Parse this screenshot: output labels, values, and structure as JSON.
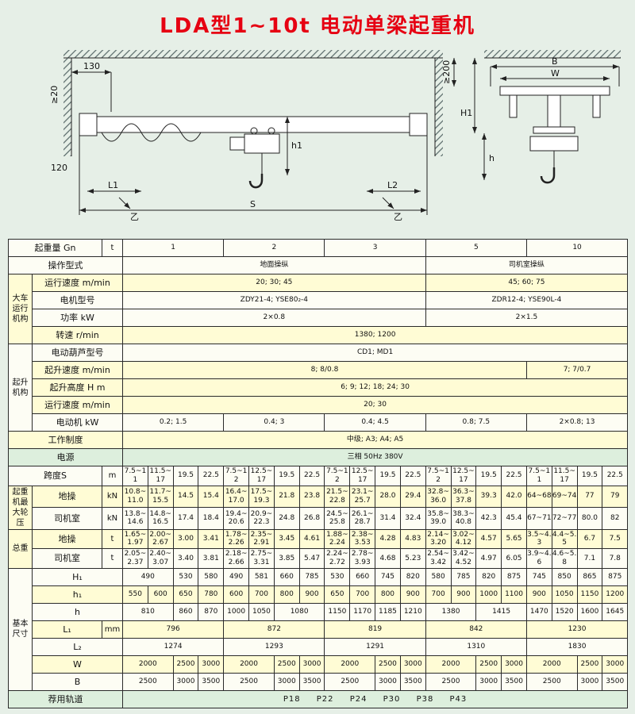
{
  "page": {
    "title": "LDA型1~10t 电动单梁起重机"
  },
  "diagram": {
    "d130": "130",
    "dge20": "≥20",
    "d120": "120",
    "dL1": "L1",
    "dL2": "L2",
    "dS": "S",
    "dh1": "h1",
    "markL": "乙",
    "markR": "乙",
    "dB": "B",
    "dW": "W",
    "dH1": "H1",
    "dh": "h",
    "dge200": "≥200"
  },
  "table": {
    "rows": [
      {
        "bg": "#fdfdf4",
        "cells": [
          {
            "t": "起重量 Gn",
            "c": 2,
            "k": "n"
          },
          {
            "t": "t",
            "k": "u"
          },
          {
            "t": "1",
            "c": 4
          },
          {
            "t": "2",
            "c": 4
          },
          {
            "t": "3",
            "c": 4
          },
          {
            "t": "5",
            "c": 4
          },
          {
            "t": "10",
            "c": 4
          }
        ]
      },
      {
        "bg": "#fdfdf4",
        "cells": [
          {
            "t": "操作型式",
            "c": 3,
            "k": "n"
          },
          {
            "t": "地面操纵",
            "c": 12
          },
          {
            "t": "司机室操纵",
            "c": 8
          }
        ]
      },
      {
        "bg": "#fffcd5",
        "cells": [
          {
            "t": "大车运行机构",
            "r": 4,
            "k": "g"
          },
          {
            "t": "运行速度 m/min",
            "c": 2,
            "k": "n"
          },
          {
            "t": "20; 30; 45",
            "c": 12
          },
          {
            "t": "45; 60; 75",
            "c": 8
          }
        ]
      },
      {
        "bg": "#fdfdf4",
        "cells": [
          {
            "t": "电机型号",
            "c": 2,
            "k": "n"
          },
          {
            "t": "ZDY21-4; YSE80₂-4",
            "c": 12
          },
          {
            "t": "ZDR12-4; YSE90L-4",
            "c": 8
          }
        ]
      },
      {
        "bg": "#fdfdf4",
        "cells": [
          {
            "t": "功率 kW",
            "c": 2,
            "k": "n"
          },
          {
            "t": "2×0.8",
            "c": 12
          },
          {
            "t": "2×1.5",
            "c": 8
          }
        ]
      },
      {
        "bg": "#fffcd5",
        "cells": [
          {
            "t": "转速 r/min",
            "c": 2,
            "k": "n"
          },
          {
            "t": "1380; 1200",
            "c": 20
          }
        ]
      },
      {
        "bg": "#fdfdf4",
        "cells": [
          {
            "t": "起升机构",
            "r": 5,
            "k": "g"
          },
          {
            "t": "电动葫芦型号",
            "c": 2,
            "k": "n"
          },
          {
            "t": "CD1; MD1",
            "c": 20
          }
        ]
      },
      {
        "bg": "#fffcd5",
        "cells": [
          {
            "t": "起升速度 m/min",
            "c": 2,
            "k": "n"
          },
          {
            "t": "8; 8/0.8",
            "c": 16
          },
          {
            "t": "7; 7/0.7",
            "c": 4
          }
        ]
      },
      {
        "bg": "#fffcd5",
        "cells": [
          {
            "t": "起升高度 H m",
            "c": 2,
            "k": "n"
          },
          {
            "t": "6; 9; 12; 18; 24; 30",
            "c": 20
          }
        ]
      },
      {
        "bg": "#fffcd5",
        "cells": [
          {
            "t": "运行速度 m/min",
            "c": 2,
            "k": "n"
          },
          {
            "t": "20; 30",
            "c": 20
          }
        ]
      },
      {
        "bg": "#fdfdf4",
        "cells": [
          {
            "t": "电动机 kW",
            "c": 2,
            "k": "n"
          },
          {
            "t": "0.2; 1.5",
            "c": 4
          },
          {
            "t": "0.4; 3",
            "c": 4
          },
          {
            "t": "0.4; 4.5",
            "c": 4
          },
          {
            "t": "0.8; 7.5",
            "c": 4
          },
          {
            "t": "2×0.8; 13",
            "c": 4
          }
        ]
      },
      {
        "bg": "#fffcd5",
        "cells": [
          {
            "t": "工作制度",
            "c": 3,
            "k": "n"
          },
          {
            "t": "中级; A3; A4; A5",
            "c": 20
          }
        ]
      },
      {
        "bg": "#ddefdd",
        "cells": [
          {
            "t": "电源",
            "c": 3,
            "k": "n"
          },
          {
            "t": "三相 50Hz 380V",
            "c": 20
          }
        ]
      },
      {
        "bg": "#fdfdf4",
        "cells": [
          {
            "t": "跨度S",
            "c": 2,
            "k": "n"
          },
          {
            "t": "m",
            "k": "u"
          },
          {
            "t": "7.5~11"
          },
          {
            "t": "11.5~17"
          },
          {
            "t": "19.5"
          },
          {
            "t": "22.5"
          },
          {
            "t": "7.5~12"
          },
          {
            "t": "12.5~17"
          },
          {
            "t": "19.5"
          },
          {
            "t": "22.5"
          },
          {
            "t": "7.5~12"
          },
          {
            "t": "12.5~17"
          },
          {
            "t": "19.5"
          },
          {
            "t": "22.5"
          },
          {
            "t": "7.5~12"
          },
          {
            "t": "12.5~17"
          },
          {
            "t": "19.5"
          },
          {
            "t": "22.5"
          },
          {
            "t": "7.5~11"
          },
          {
            "t": "11.5~17"
          },
          {
            "t": "19.5"
          },
          {
            "t": "22.5"
          }
        ]
      },
      {
        "bg": "#fffcd5",
        "cells": [
          {
            "t": "起重机最大轮压",
            "r": 2,
            "k": "g"
          },
          {
            "t": "地操",
            "k": "n2"
          },
          {
            "t": "kN",
            "k": "u"
          },
          {
            "t": "10.8~11.0"
          },
          {
            "t": "11.7~15.5"
          },
          {
            "t": "14.5"
          },
          {
            "t": "15.4"
          },
          {
            "t": "16.4~17.0"
          },
          {
            "t": "17.5~19.3"
          },
          {
            "t": "21.8"
          },
          {
            "t": "23.8"
          },
          {
            "t": "21.5~22.8"
          },
          {
            "t": "23.1~25.7"
          },
          {
            "t": "28.0"
          },
          {
            "t": "29.4"
          },
          {
            "t": "32.8~36.0"
          },
          {
            "t": "36.3~37.8"
          },
          {
            "t": "39.3"
          },
          {
            "t": "42.0"
          },
          {
            "t": "64~68"
          },
          {
            "t": "69~74"
          },
          {
            "t": "77"
          },
          {
            "t": "79"
          }
        ]
      },
      {
        "bg": "#fdfdf4",
        "cells": [
          {
            "t": "司机室",
            "k": "n2"
          },
          {
            "t": "kN",
            "k": "u"
          },
          {
            "t": "13.8~14.6"
          },
          {
            "t": "14.8~16.5"
          },
          {
            "t": "17.4"
          },
          {
            "t": "18.4"
          },
          {
            "t": "19.4~20.6"
          },
          {
            "t": "20.9~22.3"
          },
          {
            "t": "24.8"
          },
          {
            "t": "26.8"
          },
          {
            "t": "24.5~25.8"
          },
          {
            "t": "26.1~28.7"
          },
          {
            "t": "31.4"
          },
          {
            "t": "32.4"
          },
          {
            "t": "35.8~39.0"
          },
          {
            "t": "38.3~40.8"
          },
          {
            "t": "42.3"
          },
          {
            "t": "45.4"
          },
          {
            "t": "67~71"
          },
          {
            "t": "72~77"
          },
          {
            "t": "80.0"
          },
          {
            "t": "82"
          }
        ]
      },
      {
        "bg": "#fffcd5",
        "cells": [
          {
            "t": "总重",
            "r": 2,
            "k": "g"
          },
          {
            "t": "地操",
            "k": "n2"
          },
          {
            "t": "t",
            "k": "u"
          },
          {
            "t": "1.65~1.97"
          },
          {
            "t": "2.00~2.67"
          },
          {
            "t": "3.00"
          },
          {
            "t": "3.41"
          },
          {
            "t": "1.78~2.26"
          },
          {
            "t": "2.35~2.91"
          },
          {
            "t": "3.45"
          },
          {
            "t": "4.61"
          },
          {
            "t": "1.88~2.24"
          },
          {
            "t": "2.38~3.53"
          },
          {
            "t": "4.28"
          },
          {
            "t": "4.83"
          },
          {
            "t": "2.14~3.20"
          },
          {
            "t": "3.02~4.12"
          },
          {
            "t": "4.57"
          },
          {
            "t": "5.65"
          },
          {
            "t": "3.5~4.3"
          },
          {
            "t": "4.4~5.5"
          },
          {
            "t": "6.7"
          },
          {
            "t": "7.5"
          }
        ]
      },
      {
        "bg": "#fdfdf4",
        "cells": [
          {
            "t": "司机室",
            "k": "n2"
          },
          {
            "t": "t",
            "k": "u"
          },
          {
            "t": "2.05~2.37"
          },
          {
            "t": "2.40~3.07"
          },
          {
            "t": "3.40"
          },
          {
            "t": "3.81"
          },
          {
            "t": "2.18~2.66"
          },
          {
            "t": "2.75~3.31"
          },
          {
            "t": "3.85"
          },
          {
            "t": "5.47"
          },
          {
            "t": "2.24~2.72"
          },
          {
            "t": "2.78~3.93"
          },
          {
            "t": "4.68"
          },
          {
            "t": "5.23"
          },
          {
            "t": "2.54~3.42"
          },
          {
            "t": "3.42~4.52"
          },
          {
            "t": "4.97"
          },
          {
            "t": "6.05"
          },
          {
            "t": "3.9~4.6"
          },
          {
            "t": "4.6~5.8"
          },
          {
            "t": "7.1"
          },
          {
            "t": "7.8"
          }
        ]
      },
      {
        "bg": "#fdfdf4",
        "cells": [
          {
            "t": "基本尺寸",
            "r": 7,
            "k": "g"
          },
          {
            "t": "H₁",
            "c": 2,
            "k": "n"
          },
          {
            "t": "490",
            "c": 2
          },
          {
            "t": "530"
          },
          {
            "t": "580"
          },
          {
            "t": "490"
          },
          {
            "t": "581"
          },
          {
            "t": "660"
          },
          {
            "t": "785"
          },
          {
            "t": "530"
          },
          {
            "t": "660"
          },
          {
            "t": "745"
          },
          {
            "t": "820"
          },
          {
            "t": "580"
          },
          {
            "t": "785"
          },
          {
            "t": "820"
          },
          {
            "t": "875"
          },
          {
            "t": "745"
          },
          {
            "t": "850"
          },
          {
            "t": "865"
          },
          {
            "t": "875"
          }
        ]
      },
      {
        "bg": "#fffcd5",
        "cells": [
          {
            "t": "h₁",
            "c": 2,
            "k": "n"
          },
          {
            "t": "550"
          },
          {
            "t": "600"
          },
          {
            "t": "650"
          },
          {
            "t": "780"
          },
          {
            "t": "600"
          },
          {
            "t": "700"
          },
          {
            "t": "800"
          },
          {
            "t": "900"
          },
          {
            "t": "650"
          },
          {
            "t": "700"
          },
          {
            "t": "800"
          },
          {
            "t": "900"
          },
          {
            "t": "700"
          },
          {
            "t": "900"
          },
          {
            "t": "1000"
          },
          {
            "t": "1100"
          },
          {
            "t": "900"
          },
          {
            "t": "1050"
          },
          {
            "t": "1150"
          },
          {
            "t": "1200"
          }
        ]
      },
      {
        "bg": "#fdfdf4",
        "cells": [
          {
            "t": "h",
            "c": 2,
            "k": "n"
          },
          {
            "t": "810",
            "c": 2
          },
          {
            "t": "860"
          },
          {
            "t": "870"
          },
          {
            "t": "1000"
          },
          {
            "t": "1050"
          },
          {
            "t": "1080",
            "c": 2
          },
          {
            "t": "1150"
          },
          {
            "t": "1170"
          },
          {
            "t": "1185"
          },
          {
            "t": "1210"
          },
          {
            "t": "1380",
            "c": 2
          },
          {
            "t": "1415",
            "c": 2
          },
          {
            "t": "1470"
          },
          {
            "t": "1520"
          },
          {
            "t": "1600"
          },
          {
            "t": "1645"
          }
        ]
      },
      {
        "bg": "#fffcd5",
        "cells": [
          {
            "t": "L₁",
            "k": "n2"
          },
          {
            "t": "mm",
            "k": "u"
          },
          {
            "t": "796",
            "c": 4
          },
          {
            "t": "872",
            "c": 4
          },
          {
            "t": "819",
            "c": 4
          },
          {
            "t": "842",
            "c": 4
          },
          {
            "t": "1230",
            "c": 4
          }
        ]
      },
      {
        "bg": "#fdfdf4",
        "cells": [
          {
            "t": "L₂",
            "c": 2,
            "k": "n"
          },
          {
            "t": "1274",
            "c": 4
          },
          {
            "t": "1293",
            "c": 4
          },
          {
            "t": "1291",
            "c": 4
          },
          {
            "t": "1310",
            "c": 4
          },
          {
            "t": "1830",
            "c": 4
          }
        ]
      },
      {
        "bg": "#fffcd5",
        "cells": [
          {
            "t": "W",
            "c": 2,
            "k": "n"
          },
          {
            "t": "2000",
            "c": 2
          },
          {
            "t": "2500"
          },
          {
            "t": "3000"
          },
          {
            "t": "2000",
            "c": 2
          },
          {
            "t": "2500"
          },
          {
            "t": "3000"
          },
          {
            "t": "2000",
            "c": 2
          },
          {
            "t": "2500"
          },
          {
            "t": "3000"
          },
          {
            "t": "2000",
            "c": 2
          },
          {
            "t": "2500"
          },
          {
            "t": "3000"
          },
          {
            "t": "2000",
            "c": 2
          },
          {
            "t": "2500"
          },
          {
            "t": "3000"
          }
        ]
      },
      {
        "bg": "#fdfdf4",
        "cells": [
          {
            "t": "B",
            "c": 2,
            "k": "n"
          },
          {
            "t": "2500",
            "c": 2
          },
          {
            "t": "3000"
          },
          {
            "t": "3500"
          },
          {
            "t": "2500",
            "c": 2
          },
          {
            "t": "3000"
          },
          {
            "t": "3500"
          },
          {
            "t": "2500",
            "c": 2
          },
          {
            "t": "3000"
          },
          {
            "t": "3500"
          },
          {
            "t": "2500",
            "c": 2
          },
          {
            "t": "3000"
          },
          {
            "t": "3500"
          },
          {
            "t": "2500",
            "c": 2
          },
          {
            "t": "3000"
          },
          {
            "t": "3500"
          }
        ]
      },
      {
        "bg": "#ddefdd",
        "cells": [
          {
            "t": "荐用轨道",
            "c": 3,
            "k": "n"
          },
          {
            "t": "P18 P22 P24 P30 P38 P43",
            "c": 20,
            "k": "rail"
          }
        ]
      }
    ]
  }
}
